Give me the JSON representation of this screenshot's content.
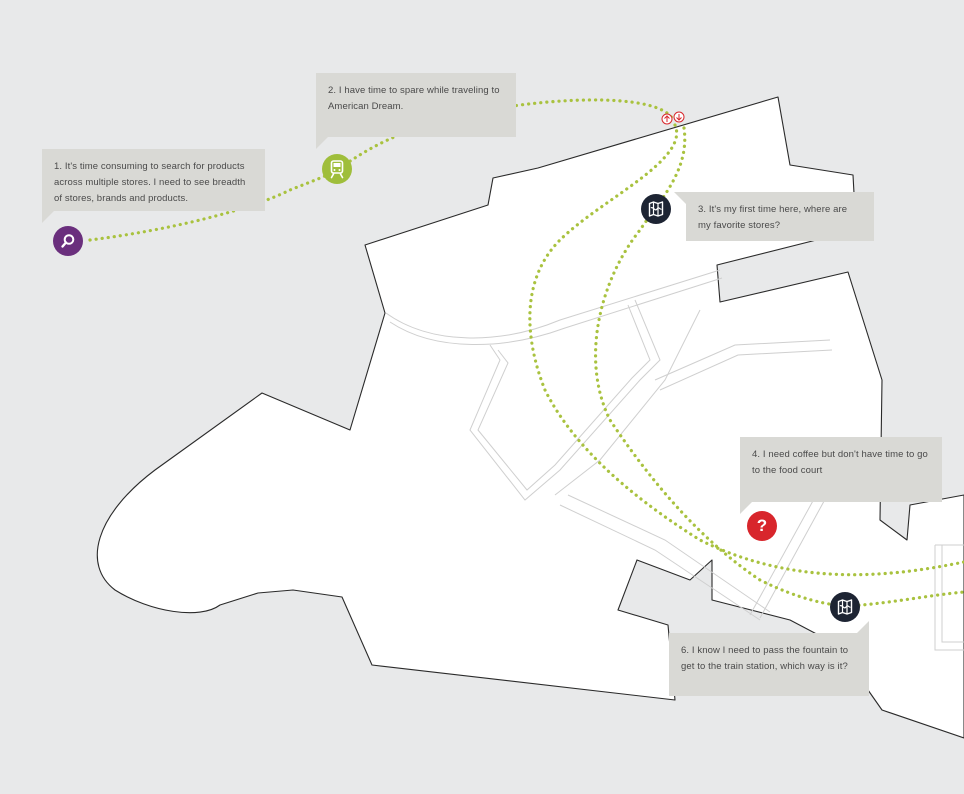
{
  "colors": {
    "background": "#e8e9ea",
    "floor": "#ffffff",
    "outline": "#2a2a2a",
    "corridor": "#cfcfcf",
    "path": "#a9c23f",
    "callout_bg": "#d9d9d5",
    "search_pin": "#6a2f7d",
    "train_pin": "#9fbe3b",
    "map_pin": "#1d2433",
    "question_pin": "#d8262c",
    "escalator": "#d8262c"
  },
  "callouts": [
    {
      "id": "c1",
      "text": "1. It's time consuming to search for products across multiple stores. I need to see breadth of stores, brands and products."
    },
    {
      "id": "c2",
      "text": "2. I have time to spare while traveling to American Dream."
    },
    {
      "id": "c3",
      "text": "3. It's my first time here, where are my favorite stores?"
    },
    {
      "id": "c4",
      "text": "4. I need coffee but don't have time to go to the food court"
    },
    {
      "id": "c6",
      "text": "6. I know I need to pass the fountain to get to the train station, which way is it?"
    }
  ],
  "icons": {
    "search": "search-icon",
    "train": "train-icon",
    "map": "map-icon",
    "question": "question-icon",
    "escalator": "escalator-icon"
  },
  "question_glyph": "?"
}
